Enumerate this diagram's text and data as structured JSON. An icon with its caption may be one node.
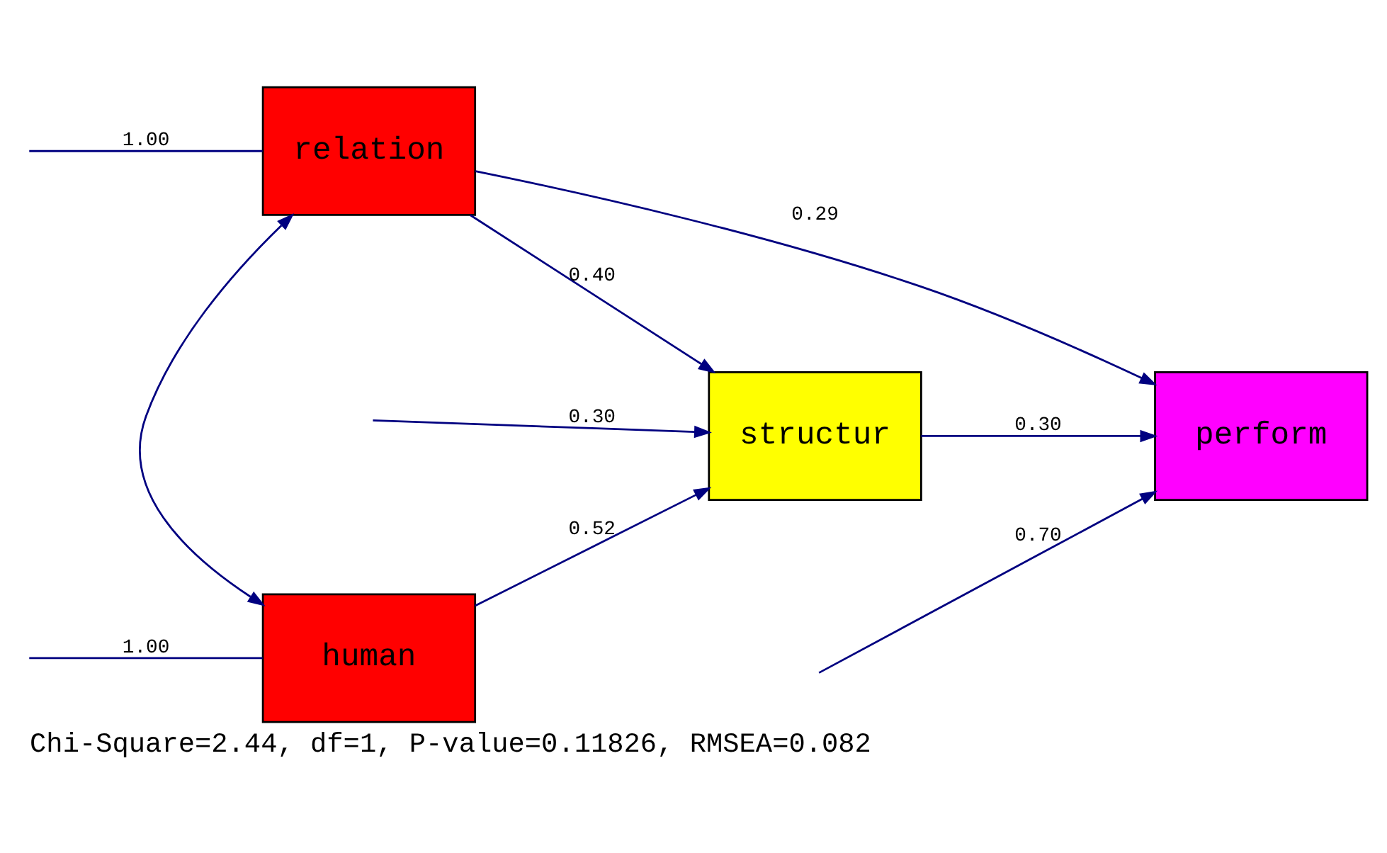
{
  "diagram": {
    "caption": "Chi-Square=2.44, df=1, P-value=0.11826, RMSEA=0.082",
    "nodes": [
      {
        "text": [
          "human"
        ]
      },
      {
        "text": [
          "structur"
        ]
      },
      {
        "text": [
          "perform"
        ]
      },
      {
        "text": [
          "relation"
        ]
      }
    ],
    "edges": [
      {
        "from": null,
        "to": 0,
        "arrow": "none",
        "label": "1.00"
      },
      {
        "from": 0,
        "to": 1,
        "arrow": "to",
        "label": "0.52"
      },
      {
        "from": null,
        "to": 1,
        "arrow": "to",
        "label": "0.30"
      },
      {
        "from": 1,
        "to": 2,
        "arrow": "to",
        "label": "0.30"
      },
      {
        "from": null,
        "to": 2,
        "arrow": "to",
        "label": "0.70"
      },
      {
        "from": 0,
        "to": 3,
        "arrow": "both"
      },
      {
        "from": null,
        "to": 3,
        "arrow": "none",
        "label": "1.00"
      },
      {
        "from": 3,
        "to": 1,
        "arrow": "to",
        "label": "0.40"
      },
      {
        "from": 3,
        "to": 2,
        "arrow": "to",
        "label": "0.29"
      }
    ]
  }
}
